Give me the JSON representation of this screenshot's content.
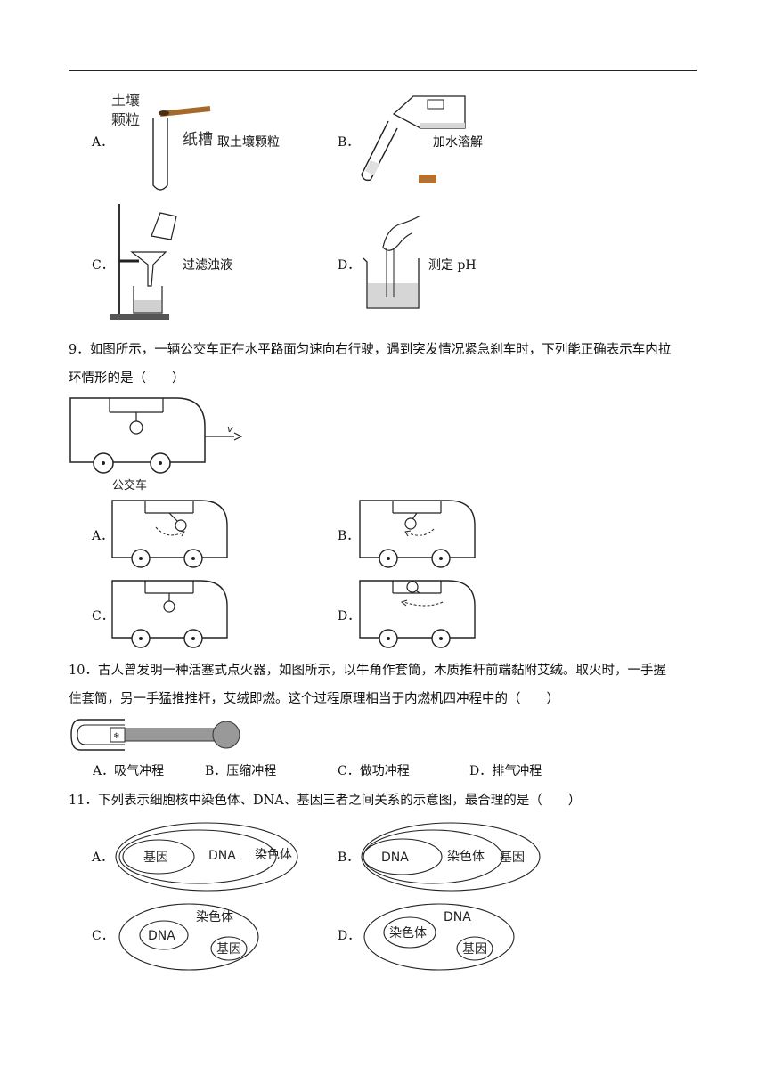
{
  "q8": {
    "a": {
      "letter": "A．",
      "soil_label1": "土壤",
      "soil_label2": "颗粒",
      "trough_label": "纸槽",
      "caption": "取土壤颗粒"
    },
    "b": {
      "letter": "B．",
      "caption": "加水溶解"
    },
    "c": {
      "letter": "C．",
      "caption": "过滤浊液"
    },
    "d": {
      "letter": "D．",
      "caption": "测定 pH"
    }
  },
  "q9": {
    "text_line1": "9．如图所示，一辆公交车正在水平路面匀速向右行驶，遇到突发情况紧急刹车时，下列能正确表示车内拉",
    "text_line2": "环情形的是（　　）",
    "velocity_label": "v",
    "bus_label": "公交车",
    "options": [
      "A．",
      "B．",
      "C．",
      "D．"
    ]
  },
  "q10": {
    "text_line1": "10．古人曾发明一种活塞式点火器，如图所示，以牛角作套筒，木质推杆前端黏附艾绒。取火时，一手握",
    "text_line2": "住套筒，另一手猛推推杆，艾绒即燃。这个过程原理相当于内燃机四冲程中的（　　）",
    "options": [
      "A．吸气冲程",
      "B．压缩冲程",
      "C．做功冲程",
      "D．排气冲程"
    ]
  },
  "q11": {
    "text": "11．下列表示细胞核中染色体、DNA、基因三者之间关系的示意图，最合理的是（　　）",
    "options": [
      {
        "letter": "A．",
        "inner": "基因",
        "middle": "DNA",
        "outer": "染色体"
      },
      {
        "letter": "B．",
        "inner": "DNA",
        "middle": "染色体",
        "outer": "基因"
      },
      {
        "letter": "C．",
        "outer": "染色体",
        "left": "DNA",
        "right": "基因"
      },
      {
        "letter": "D．",
        "outer": "DNA",
        "left": "染色体",
        "right": "基因"
      }
    ]
  }
}
